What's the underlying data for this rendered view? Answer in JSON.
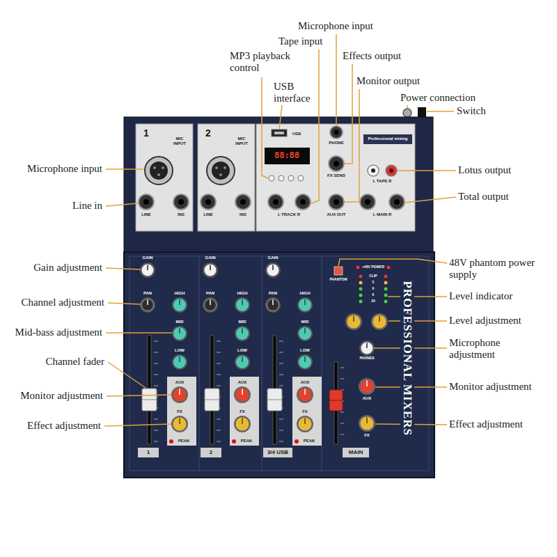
{
  "diagram": {
    "labels": [
      "Microphone input",
      "Tape input",
      "Microphone input",
      "MP3 playback control",
      "USB interface",
      "Effects output",
      "Monitor output",
      "Power connection",
      "Switch",
      "Line in",
      "Lotus output",
      "Total output",
      "Gain adjustment",
      "48V phantom power supply",
      "Level indicator",
      "Channel adjustment",
      "Mid-bass adjustment",
      "Level adjustment",
      "Microphone adjustment",
      "Channel fader",
      "Monitor adjustment",
      "Monitor adjustment",
      "Effect adjustment",
      "Effect adjustment",
      "1",
      "MIC INPUT",
      "LINE",
      "INS",
      "2",
      "MIC INPUT",
      "LINE",
      "INS",
      "USB",
      "88:88",
      "PHONE",
      "FX SEND",
      "L TRACK R",
      "AUX OUT",
      "Professional mixing",
      "L TAPE R",
      "L MAIN R",
      "GAIN",
      "PAN",
      "HIGH",
      "MID",
      "LOW",
      "AUX",
      "FX",
      "PEAK",
      "1",
      "GAIN",
      "PAN",
      "HIGH",
      "MID",
      "LOW",
      "AUX",
      "FX",
      "PEAK",
      "2",
      "GAIN",
      "PAN",
      "HIGH",
      "MID",
      "LOW",
      "AUX",
      "FX",
      "PEAK",
      "3/4 USB",
      "PHANTOM",
      "+48V POWER",
      "CLIP",
      "5",
      "0",
      "6",
      "24",
      "PHONES",
      "AUX",
      "FX",
      "MAIN",
      "PROFESSIONAL MIXERS"
    ]
  }
}
